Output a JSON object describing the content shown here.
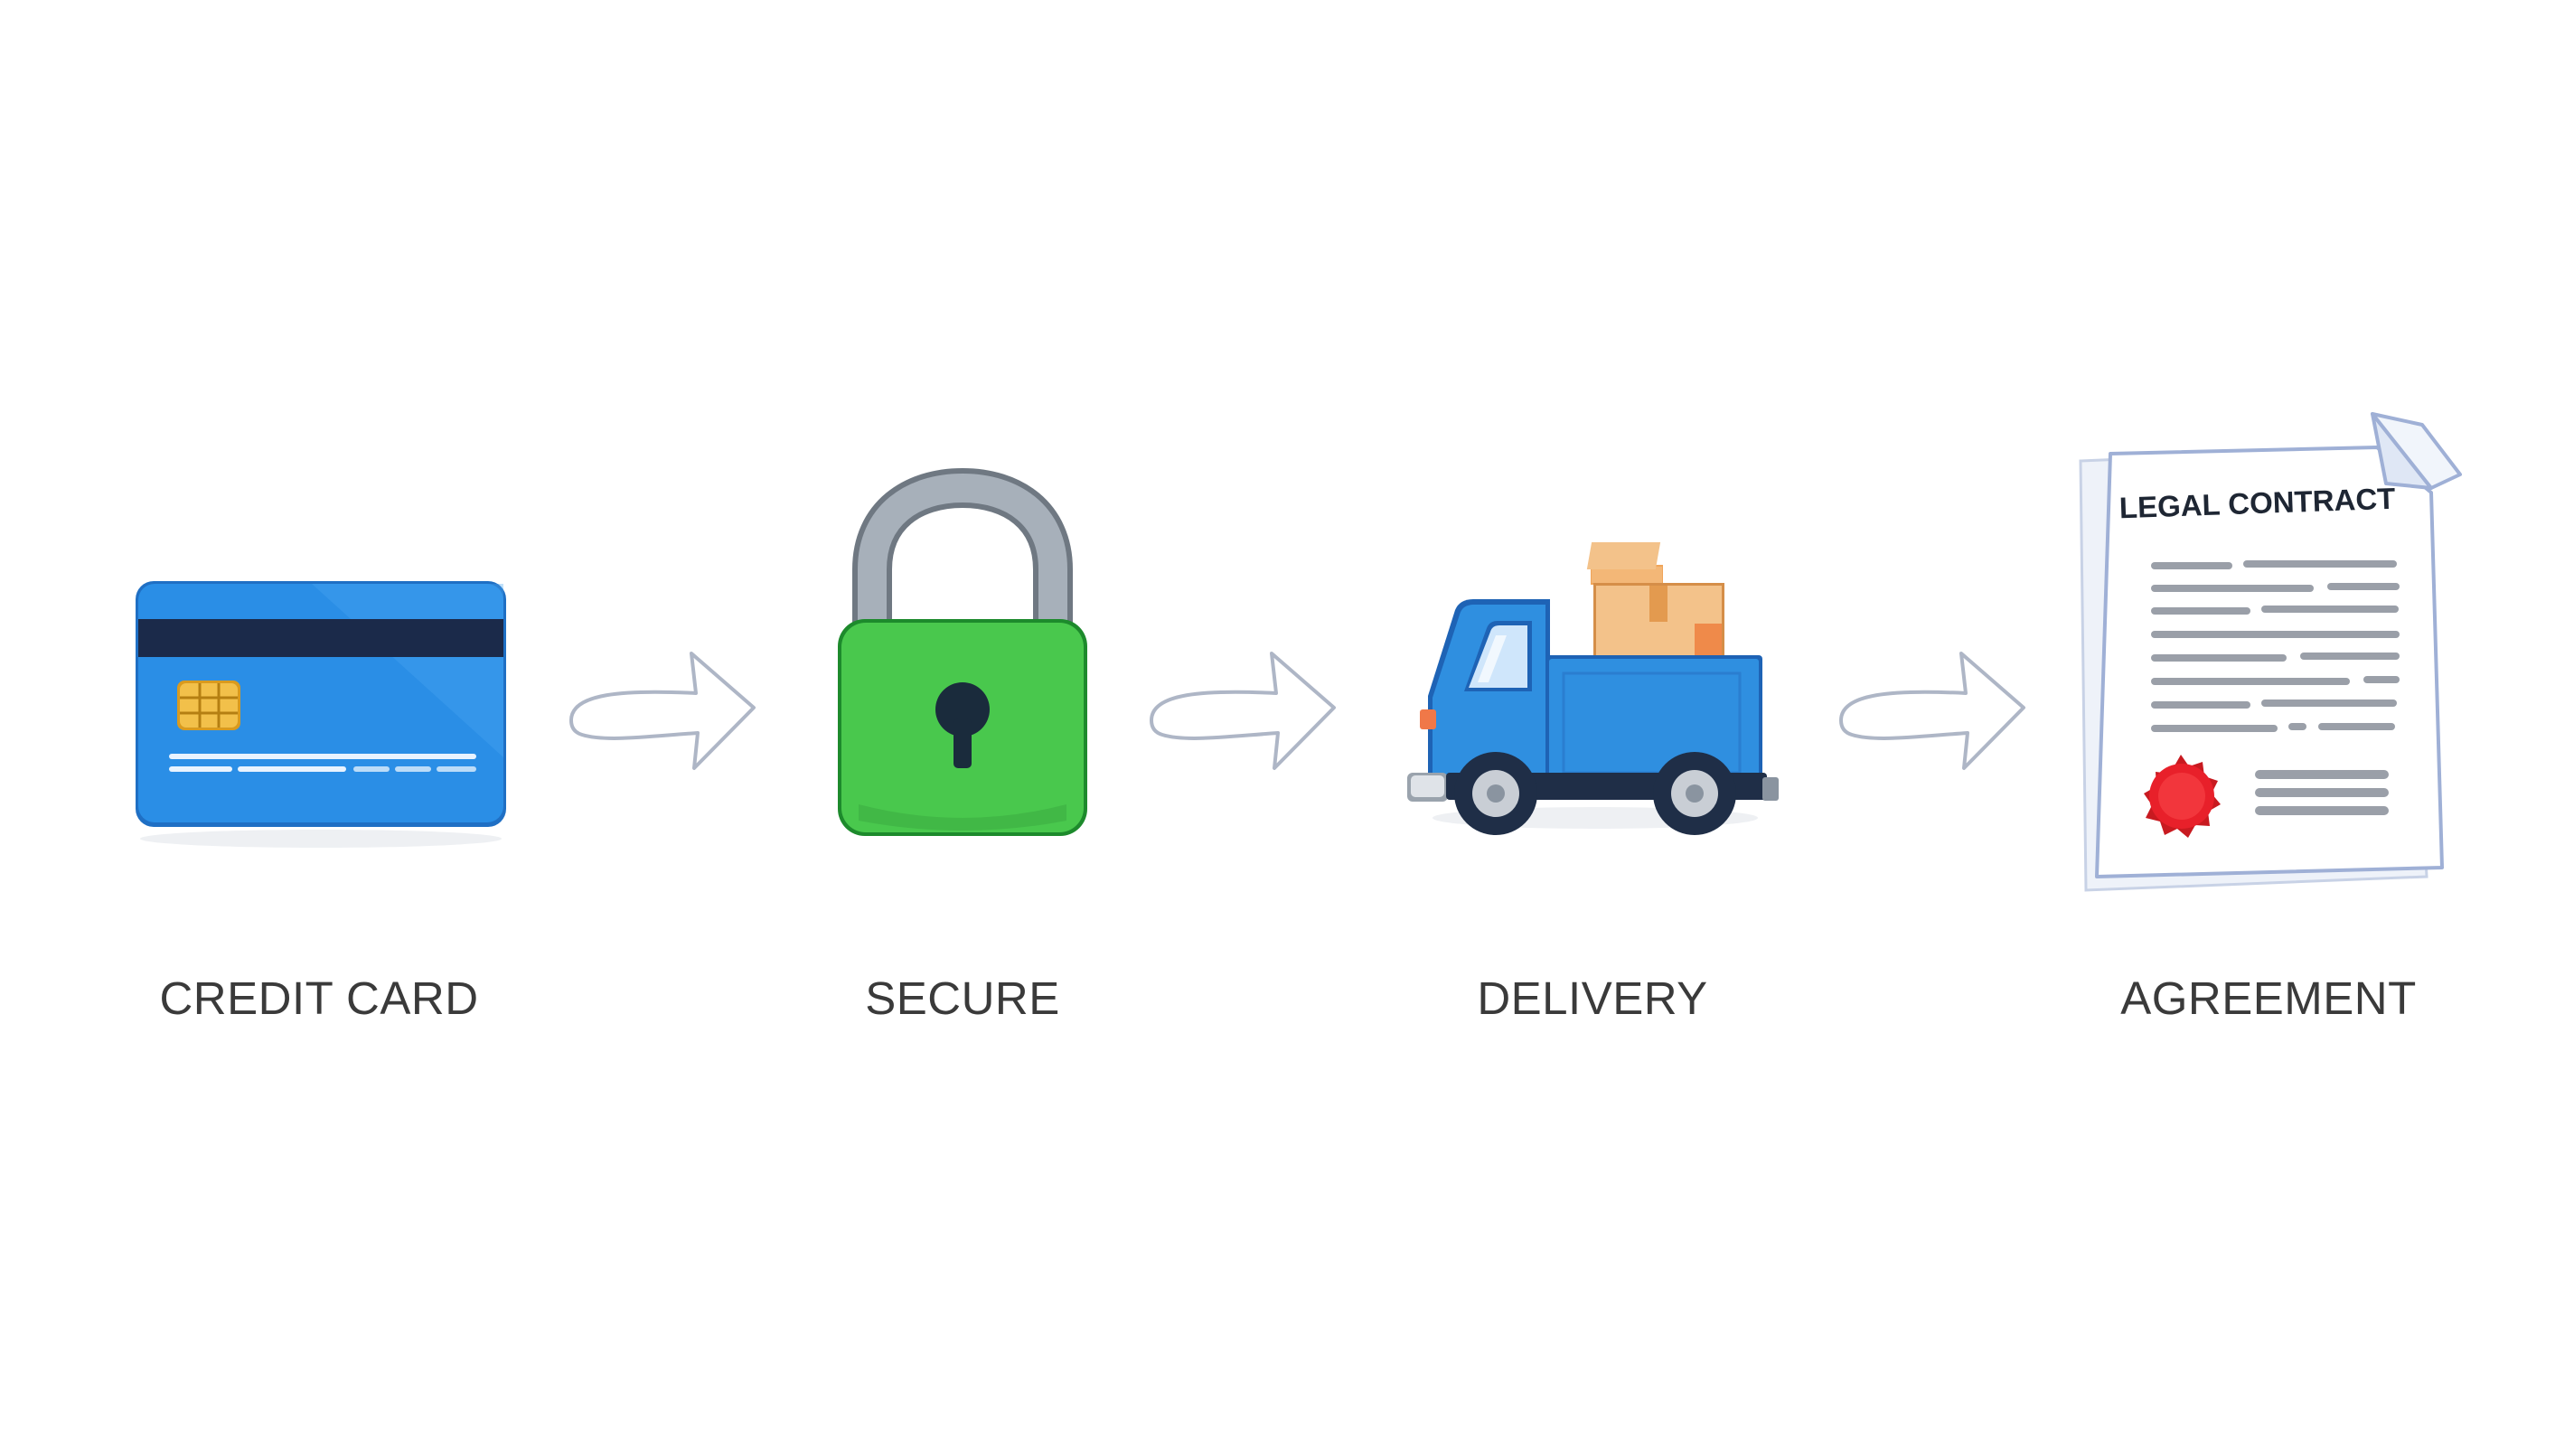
{
  "steps": [
    {
      "label": "CREDIT CARD",
      "icon": "credit-card-icon"
    },
    {
      "label": "SECURE",
      "icon": "padlock-icon"
    },
    {
      "label": "DELIVERY",
      "icon": "delivery-truck-icon"
    },
    {
      "label": "AGREEMENT",
      "icon": "legal-contract-icon"
    }
  ],
  "contract": {
    "heading": "LEGAL CONTRACT"
  },
  "arrows": {
    "icon": "right-arrow-icon",
    "count": 3
  },
  "colors": {
    "card_blue": "#2a8ee6",
    "card_stripe": "#1b2a4a",
    "chip": "#f2c04a",
    "lock_green": "#49c84d",
    "shackle_gray": "#9aa3ad",
    "truck_blue": "#2f8fe0",
    "box": "#f3c28a",
    "seal_red": "#e8202a",
    "arrow_stroke": "#aeb6c6",
    "label_text": "#3a3a3a"
  }
}
